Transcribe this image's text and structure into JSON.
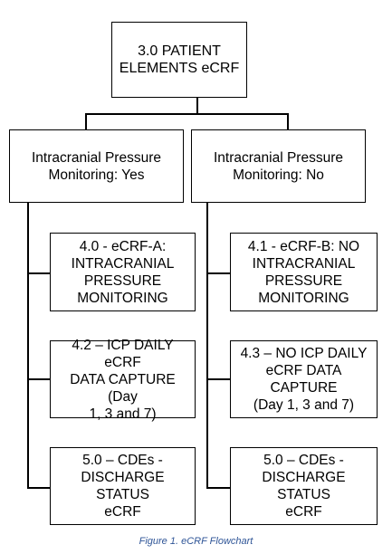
{
  "colors": {
    "line": "#000000",
    "box_border": "#000000",
    "caption": "#2f5597"
  },
  "root": {
    "text": "3.0 PATIENT\nELEMENTS eCRF"
  },
  "left": {
    "header": "Intracranial Pressure\nMonitoring: Yes",
    "steps": [
      "4.0 - eCRF-A:\nINTRACRANIAL\nPRESSURE\nMONITORING",
      "4.2 – ICP DAILY eCRF\nDATA CAPTURE (Day\n1, 3 and 7)",
      "5.0 – CDEs -\nDISCHARGE STATUS\neCRF"
    ]
  },
  "right": {
    "header": "Intracranial Pressure\nMonitoring: No",
    "steps": [
      "4.1 - eCRF-B: NO\nINTRACRANIAL\nPRESSURE\nMONITORING",
      "4.3 – NO ICP DAILY\neCRF DATA CAPTURE\n(Day 1, 3 and 7)",
      "5.0 – CDEs -\nDISCHARGE STATUS\neCRF"
    ]
  },
  "caption": "Figure 1. eCRF Flowchart"
}
